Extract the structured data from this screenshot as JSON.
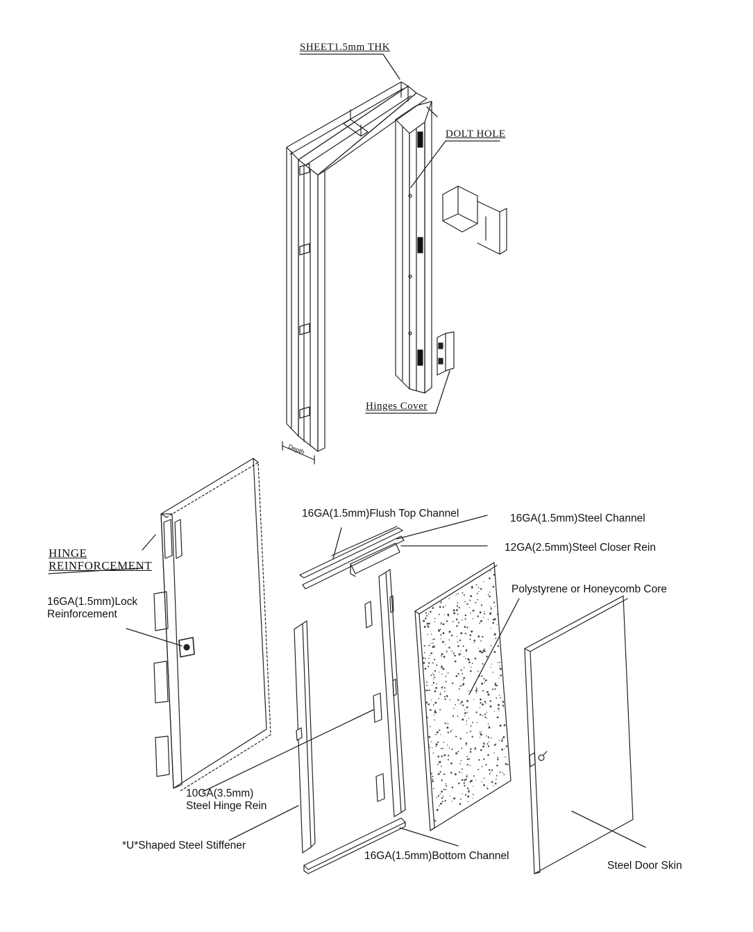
{
  "labels": {
    "sheet": "SHEET1.5mm THK",
    "dolt_hole": "DOLT HOLE",
    "hinges_cover": "Hinges Cover",
    "depth": "Depth",
    "hinge_reinf_1": "HINGE",
    "hinge_reinf_2": "REINFORCEMENT",
    "lock_reinf_1": "16GA(1.5mm)Lock",
    "lock_reinf_2": "Reinforcement",
    "flush_top": "16GA(1.5mm)Flush Top Channel",
    "steel_channel": "16GA(1.5mm)Steel Channel",
    "closer_rein": "12GA(2.5mm)Steel Closer Rein",
    "core": "Polystyrene or Honeycomb Core",
    "hinge_rein_1": "10GA(3.5mm)",
    "hinge_rein_2": "Steel Hinge Rein",
    "stiffener": "*U*Shaped Steel Stiffener",
    "bottom_channel": "16GA(1.5mm)Bottom Channel",
    "door_skin": "Steel Door Skin"
  }
}
